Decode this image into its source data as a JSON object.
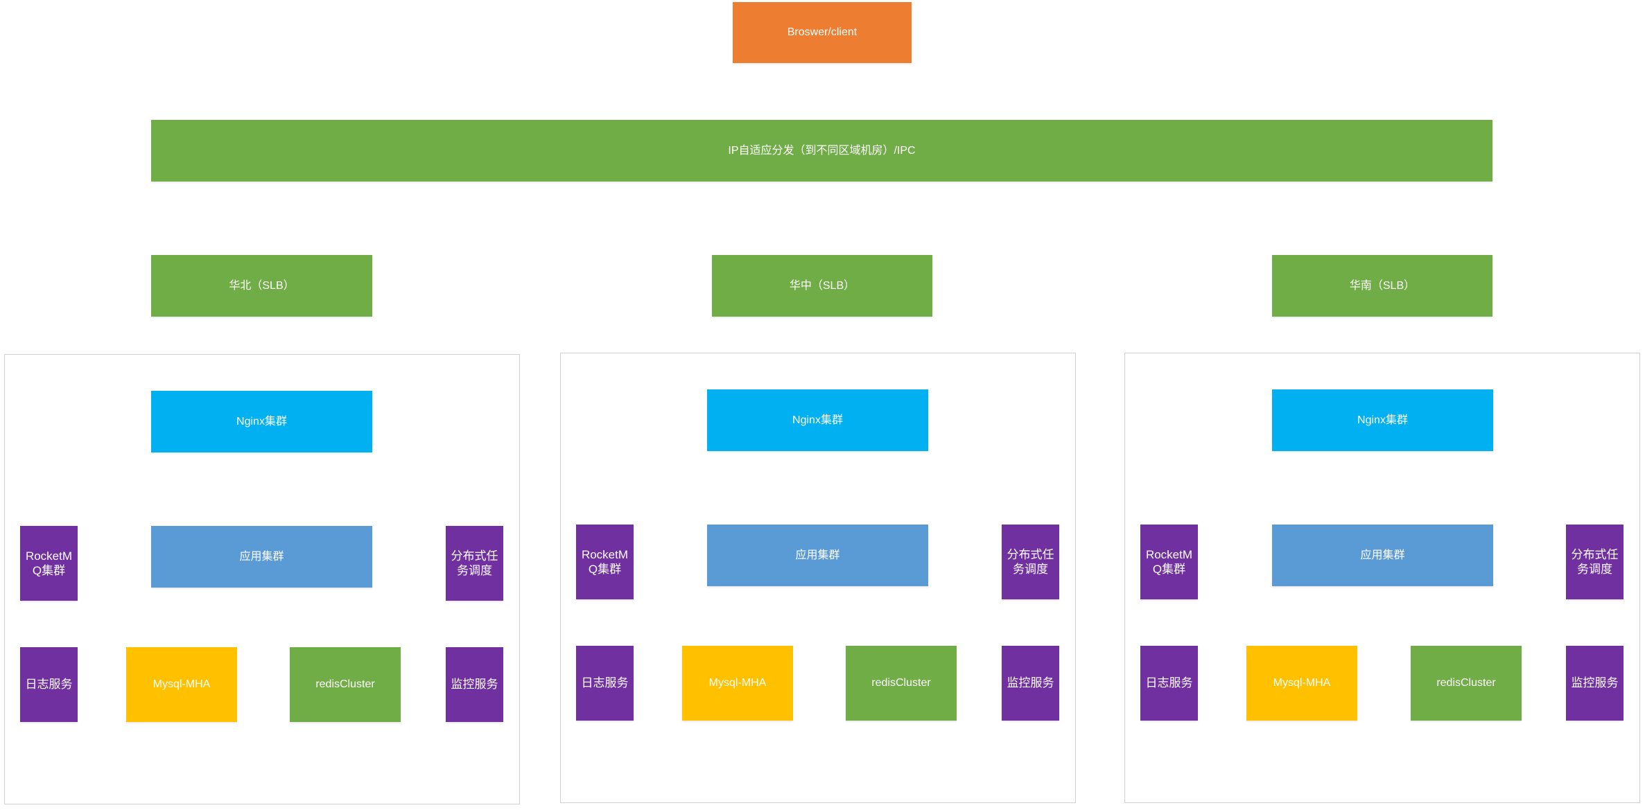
{
  "client": {
    "label": "Broswer/client"
  },
  "dispatcher": {
    "label": "IP自适应分发（到不同区域机房）/IPC"
  },
  "regions": [
    {
      "slb": "华北（SLB）",
      "nginx": "Nginx集群",
      "app": "应用集群",
      "mq": "RocketM\nQ集群",
      "scheduler": "分布式任\n务调度",
      "log": "日志服务",
      "mysql": "Mysql-MHA",
      "redis": "redisCluster",
      "monitor": "监控服务"
    },
    {
      "slb": "华中（SLB）",
      "nginx": "Nginx集群",
      "app": "应用集群",
      "mq": "RocketM\nQ集群",
      "scheduler": "分布式任\n务调度",
      "log": "日志服务",
      "mysql": "Mysql-MHA",
      "redis": "redisCluster",
      "monitor": "监控服务"
    },
    {
      "slb": "华南（SLB）",
      "nginx": "Nginx集群",
      "app": "应用集群",
      "mq": "RocketM\nQ集群",
      "scheduler": "分布式任\n务调度",
      "log": "日志服务",
      "mysql": "Mysql-MHA",
      "redis": "redisCluster",
      "monitor": "监控服务"
    }
  ],
  "colors": {
    "client": "#ed7d31",
    "network": "#70ad47",
    "nginx": "#00b0f0",
    "app": "#5b9bd5",
    "support_service": "#7030a0",
    "mysql": "#ffc000",
    "redis": "#70ad47"
  }
}
